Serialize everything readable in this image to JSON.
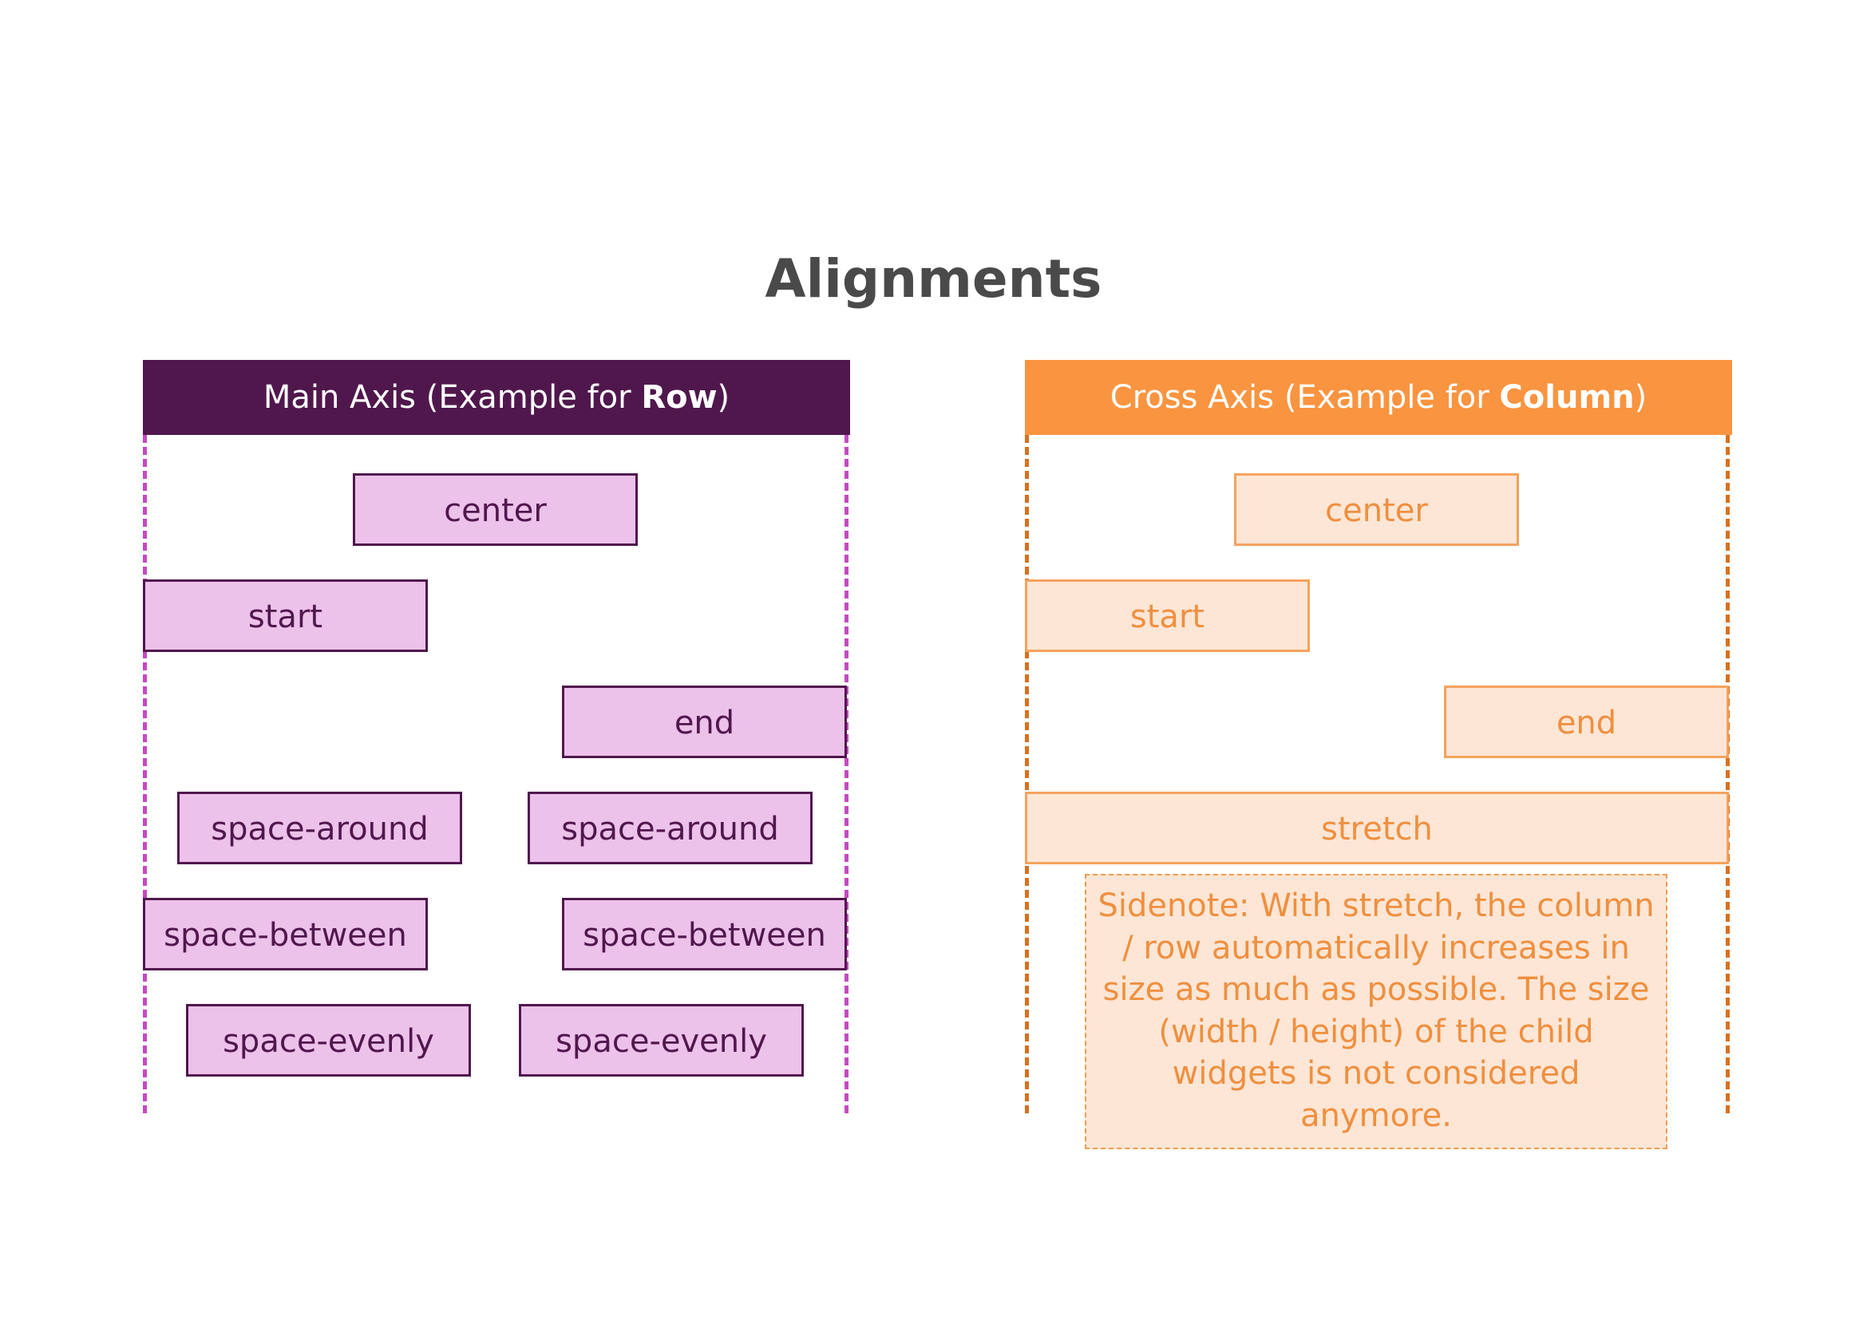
{
  "title": "Alignments",
  "main_axis": {
    "header_prefix": "Main Axis (Example for ",
    "header_bold": "Row",
    "header_suffix": ")",
    "boxes": {
      "center": "center",
      "start": "start",
      "end": "end",
      "space_around_1": "space-around",
      "space_around_2": "space-around",
      "space_between_1": "space-between",
      "space_between_2": "space-between",
      "space_evenly_1": "space-evenly",
      "space_evenly_2": "space-evenly"
    }
  },
  "cross_axis": {
    "header_prefix": "Cross Axis (Example for ",
    "header_bold": "Column",
    "header_suffix": ")",
    "boxes": {
      "center": "center",
      "start": "start",
      "end": "end",
      "stretch": "stretch"
    },
    "sidenote": "Sidenote: With stretch, the column / row automatically increases in size as much as possible. The size (width / height) of the child widgets is not considered anymore."
  },
  "colors": {
    "main_header": "#50174d",
    "main_box_fill": "#ecc1ea",
    "main_guide": "#c44ac0",
    "cross_header": "#f99440",
    "cross_box_fill": "#fde6d5",
    "cross_text": "#ef8f3f",
    "cross_guide": "#d8701e",
    "title_text": "#4a4a4a"
  }
}
